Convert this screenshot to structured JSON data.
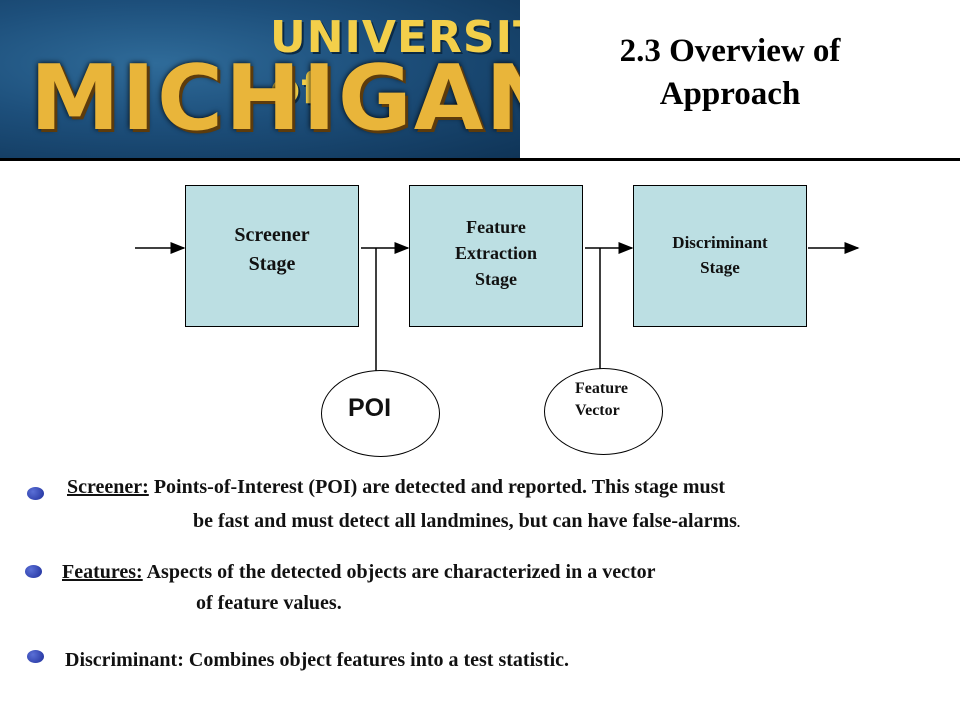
{
  "logo": {
    "line1": "UNIVERSITY of",
    "line2": "MICHIGAN"
  },
  "title": "2.3 Overview of\nApproach",
  "diagram": {
    "stages": [
      {
        "label": "Screener\nStage"
      },
      {
        "label": "Feature\nExtraction\nStage"
      },
      {
        "label": "Discriminant\nStage"
      }
    ],
    "outputs": [
      {
        "label": "POI"
      },
      {
        "label": "Feature\nVector"
      }
    ]
  },
  "bullets": [
    {
      "term": "Screener:",
      "text": " Points-of-Interest (POI) are detected and reported.  This stage must",
      "cont": "be fast and must detect all landmines, but can have false-alarms",
      "cont_end": "."
    },
    {
      "term": "Features:",
      "text": "  Aspects of the detected objects are characterized in a vector",
      "cont": "of feature values."
    },
    {
      "term": "Discriminant:",
      "text": "  Combines object features into a test statistic."
    }
  ],
  "colors": {
    "stage_fill": "#bcdfe3",
    "bullet": "#2f42b8",
    "logo_gold": "#e9b53a",
    "logo_blue": "#1d4f7b"
  }
}
